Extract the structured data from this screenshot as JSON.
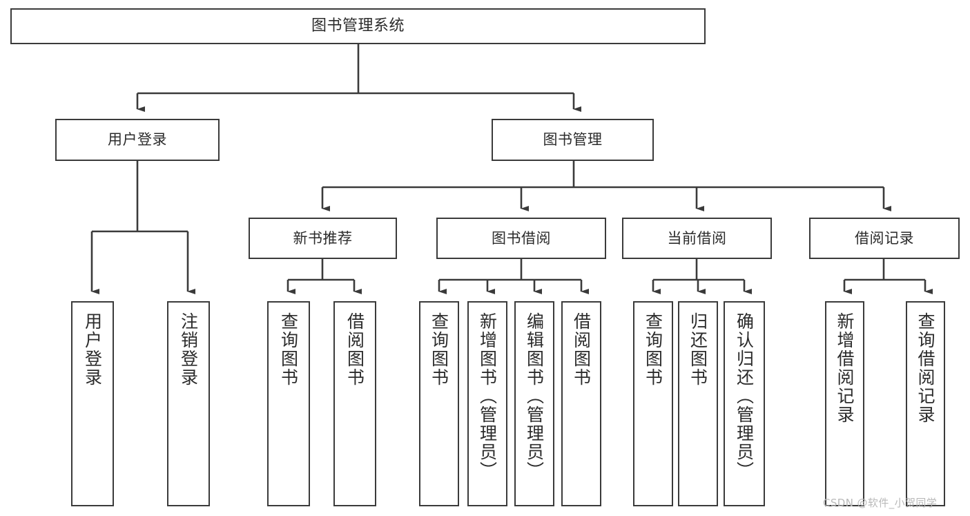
{
  "diagram": {
    "type": "tree",
    "title": "图书管理系统",
    "watermark": "CSDN @软件_小贺同学",
    "colors": {
      "stroke": "#3a3a3a",
      "fill": "#ffffff",
      "text": "#2b2b2b",
      "watermark": "#b9b9b9"
    },
    "root": {
      "label": "图书管理系统"
    },
    "level2": [
      {
        "label": "用户登录"
      },
      {
        "label": "图书管理"
      }
    ],
    "level3": [
      {
        "label": "新书推荐"
      },
      {
        "label": "图书借阅"
      },
      {
        "label": "当前借阅"
      },
      {
        "label": "借阅记录"
      }
    ],
    "leaves": {
      "user_login": [
        {
          "label": "用户登录"
        },
        {
          "label": "注销登录"
        }
      ],
      "new_book": [
        {
          "label": "查询图书"
        },
        {
          "label": "借阅图书"
        }
      ],
      "book_borrow": [
        {
          "label": "查询图书"
        },
        {
          "label": "新增图书（管理员）"
        },
        {
          "label": "编辑图书（管理员）"
        },
        {
          "label": "借阅图书"
        }
      ],
      "current_borrow": [
        {
          "label": "查询图书"
        },
        {
          "label": "归还图书"
        },
        {
          "label": "确认归还（管理员）"
        }
      ],
      "borrow_record": [
        {
          "label": "新增借阅记录"
        },
        {
          "label": "查询借阅记录"
        }
      ]
    }
  }
}
